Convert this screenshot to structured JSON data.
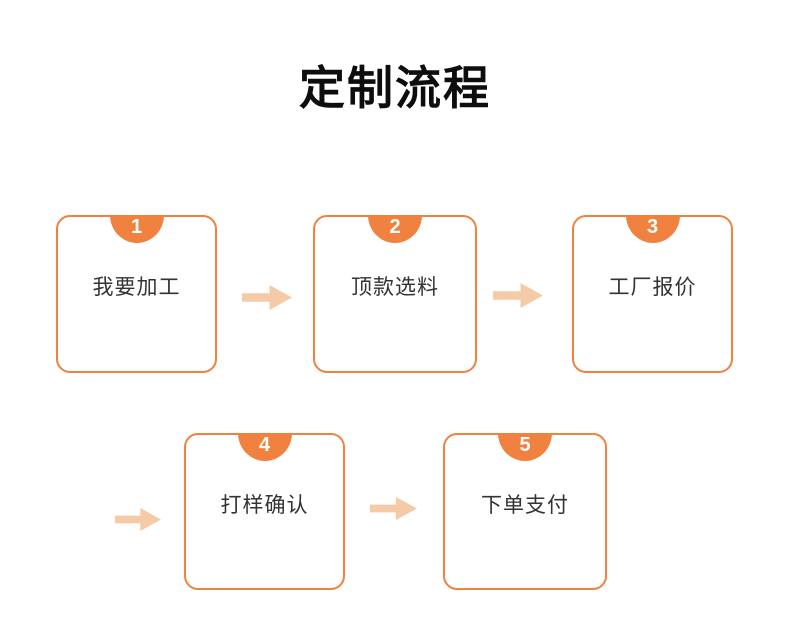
{
  "page": {
    "title": "定制流程",
    "background": "#ffffff"
  },
  "colors": {
    "accent_orange": "#F0813E",
    "arrow_peach": "#F5CAA6",
    "title_color": "#0d0d0d",
    "label_color": "#333333",
    "badge_text": "#ffffff"
  },
  "steps": [
    {
      "number": "1",
      "label": "我要加工"
    },
    {
      "number": "2",
      "label": "顶款选料"
    },
    {
      "number": "3",
      "label": "工厂报价"
    },
    {
      "number": "4",
      "label": "打样确认"
    },
    {
      "number": "5",
      "label": "下单支付"
    }
  ],
  "arrows": {
    "direction": "right",
    "count": 4
  }
}
